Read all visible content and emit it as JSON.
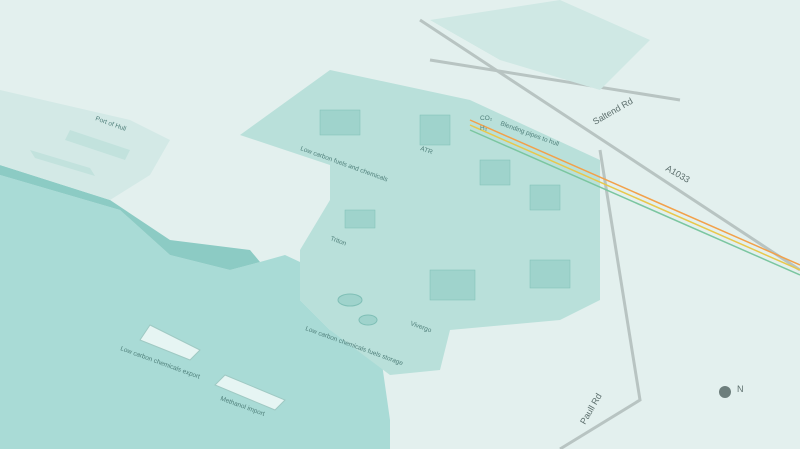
{
  "labels": {
    "port_of_hull": "Port of Hull",
    "low_carbon_fuels": "Low carbon\nfuels and chemicals",
    "atr": "ATR",
    "blending": "Blending\npipes to hull",
    "co2": "CO₂",
    "h2": "H₂",
    "saltend_road": "Saltend Rd",
    "a1033": "A1033",
    "triton": "Triton",
    "low_carbon_storage": "Low carbon chemicals\nfuels storage",
    "vivergo": "Vivergo",
    "low_carbon_export": "Low carbon chemicals export",
    "methanol_import": "Methanol import",
    "paull_road": "Paull Rd",
    "north": "N"
  },
  "colors": {
    "background": "#e3f0ee",
    "water": "#a9dbd6",
    "site": "#b9e0da",
    "buildings": "#9fd3cc",
    "pipe_orange": "#f2a14a",
    "pipe_yellow": "#e8c84b",
    "pipe_green": "#7bc6a0",
    "road": "#b8c4c2"
  },
  "icons": [
    "factory-icon",
    "tank-icon",
    "tree-icon",
    "ship-icon",
    "compass-icon"
  ]
}
